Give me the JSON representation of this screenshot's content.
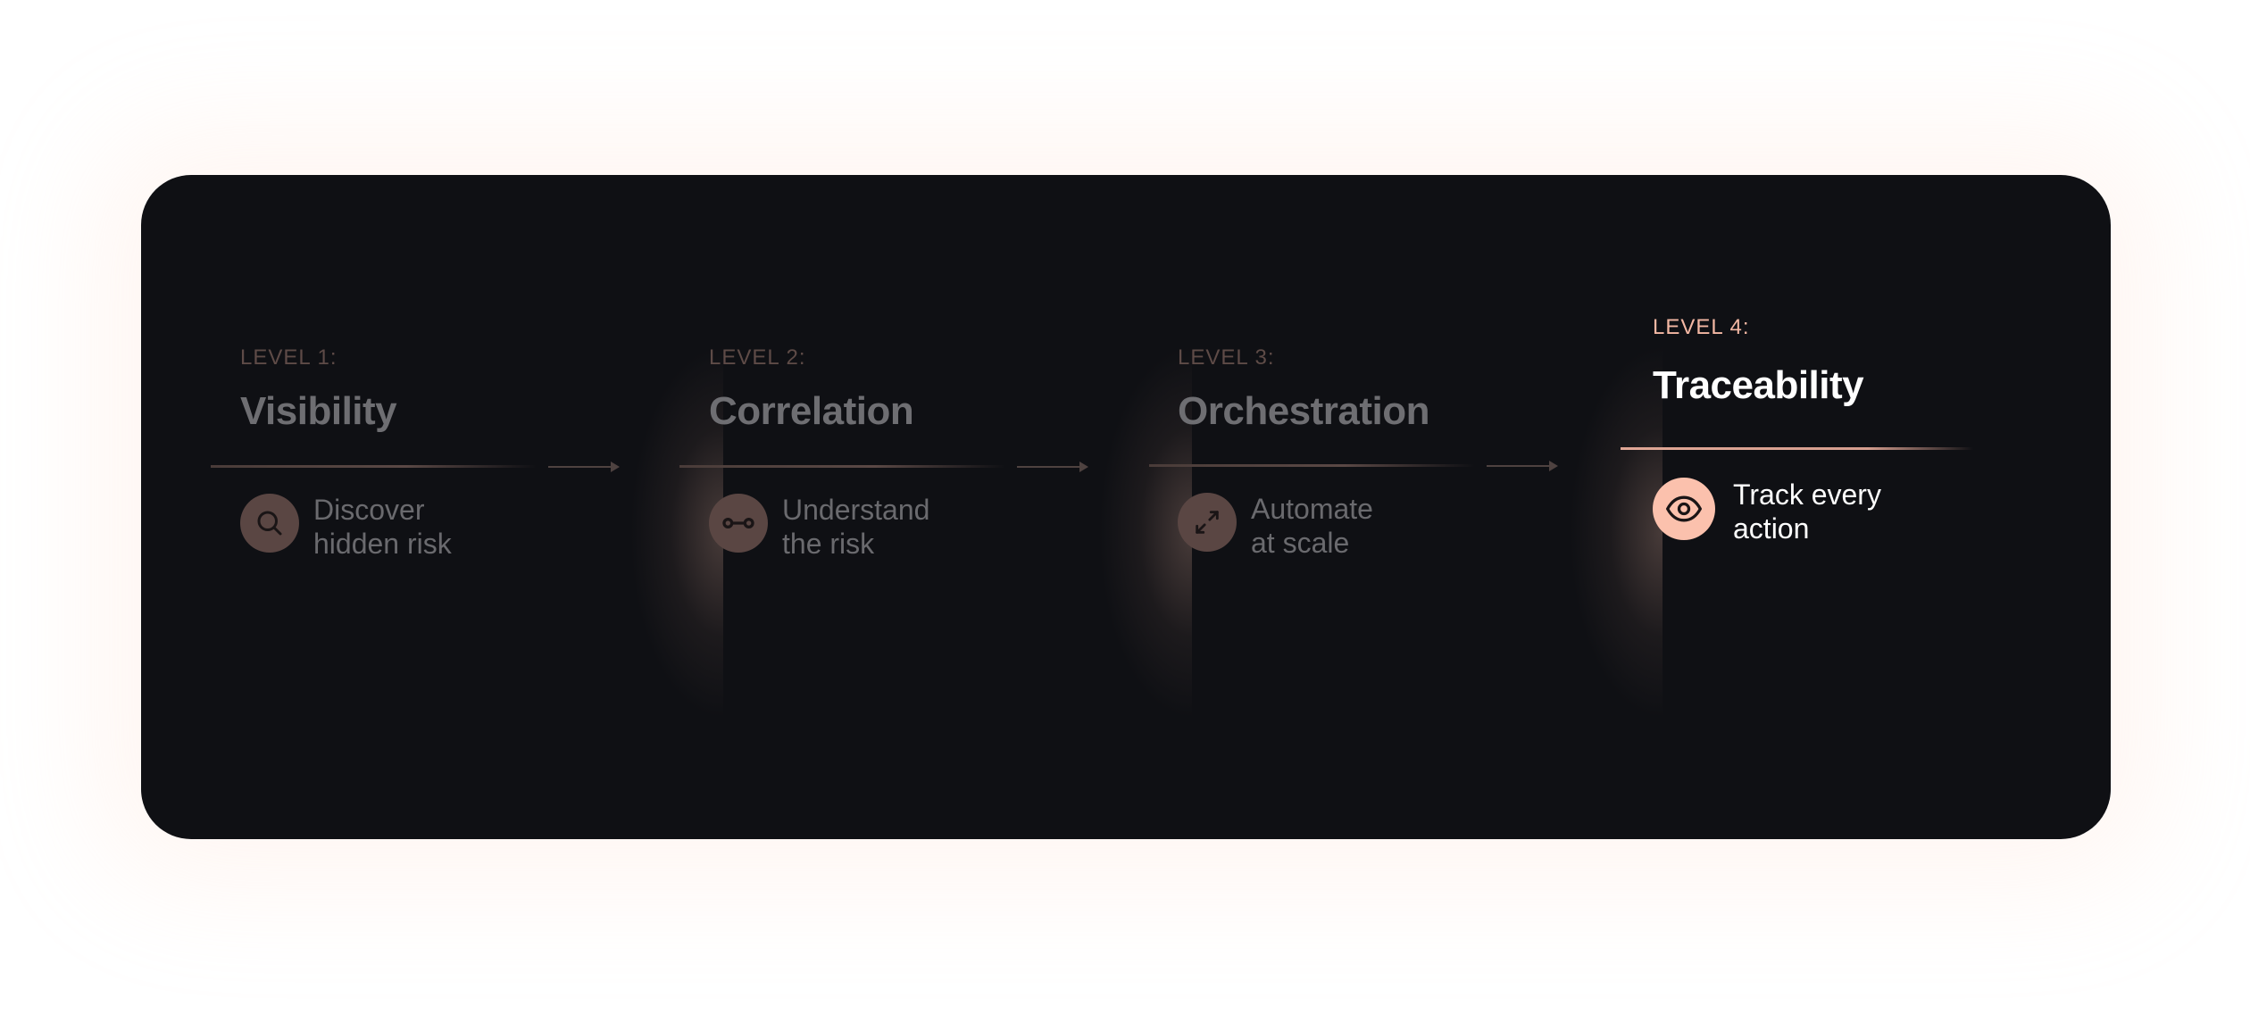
{
  "levels": [
    {
      "label": "LEVEL 1:",
      "title": "Visibility",
      "desc_line1": "Discover",
      "desc_line2": "hidden risk",
      "icon": "search-icon",
      "active": false
    },
    {
      "label": "LEVEL 2:",
      "title": "Correlation",
      "desc_line1": "Understand",
      "desc_line2": "the risk",
      "icon": "link-icon",
      "active": false
    },
    {
      "label": "LEVEL 3:",
      "title": "Orchestration",
      "desc_line1": "Automate",
      "desc_line2": "at scale",
      "icon": "expand-arrows-icon",
      "active": false
    },
    {
      "label": "LEVEL 4:",
      "title": "Traceability",
      "desc_line1": "Track every",
      "desc_line2": "action",
      "icon": "eye-icon",
      "active": true
    }
  ],
  "colors": {
    "card_background": "#0f1014",
    "active_accent": "#fbc1ad",
    "active_label": "#f4b8a4",
    "inactive_icon_bg": "#5a4643",
    "inactive_text": "#6e6e72"
  }
}
